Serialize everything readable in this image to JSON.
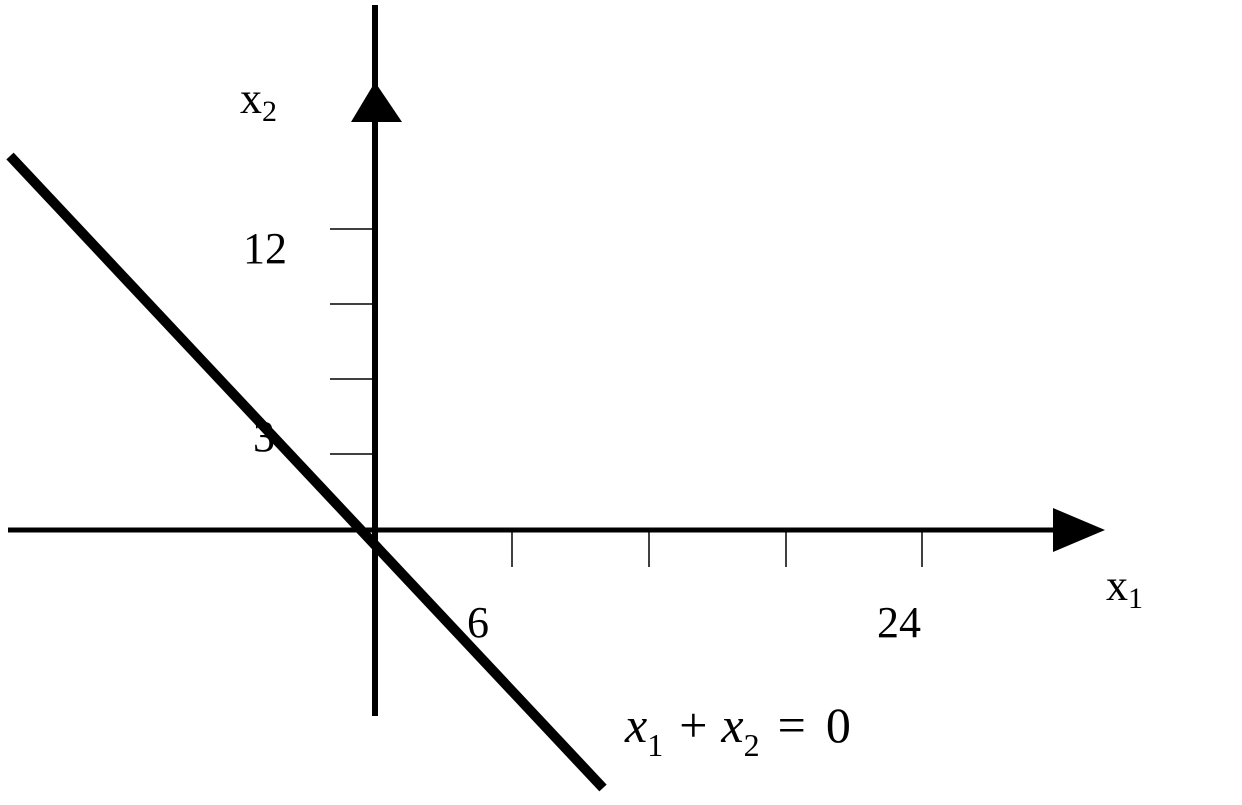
{
  "axes": {
    "x_label": {
      "base": "x",
      "sub": "1"
    },
    "y_label": {
      "base": "x",
      "sub": "2"
    }
  },
  "ticks": {
    "x_labels": [
      "6",
      "24"
    ],
    "y_labels": [
      "12",
      "3"
    ]
  },
  "line_label": {
    "var1": "x",
    "sub1": "1",
    "plus": "+",
    "var2": "x",
    "sub2": "2",
    "equals": "=",
    "rhs": "0"
  },
  "colors": {
    "ink": "#000000",
    "background": "#ffffff"
  }
}
